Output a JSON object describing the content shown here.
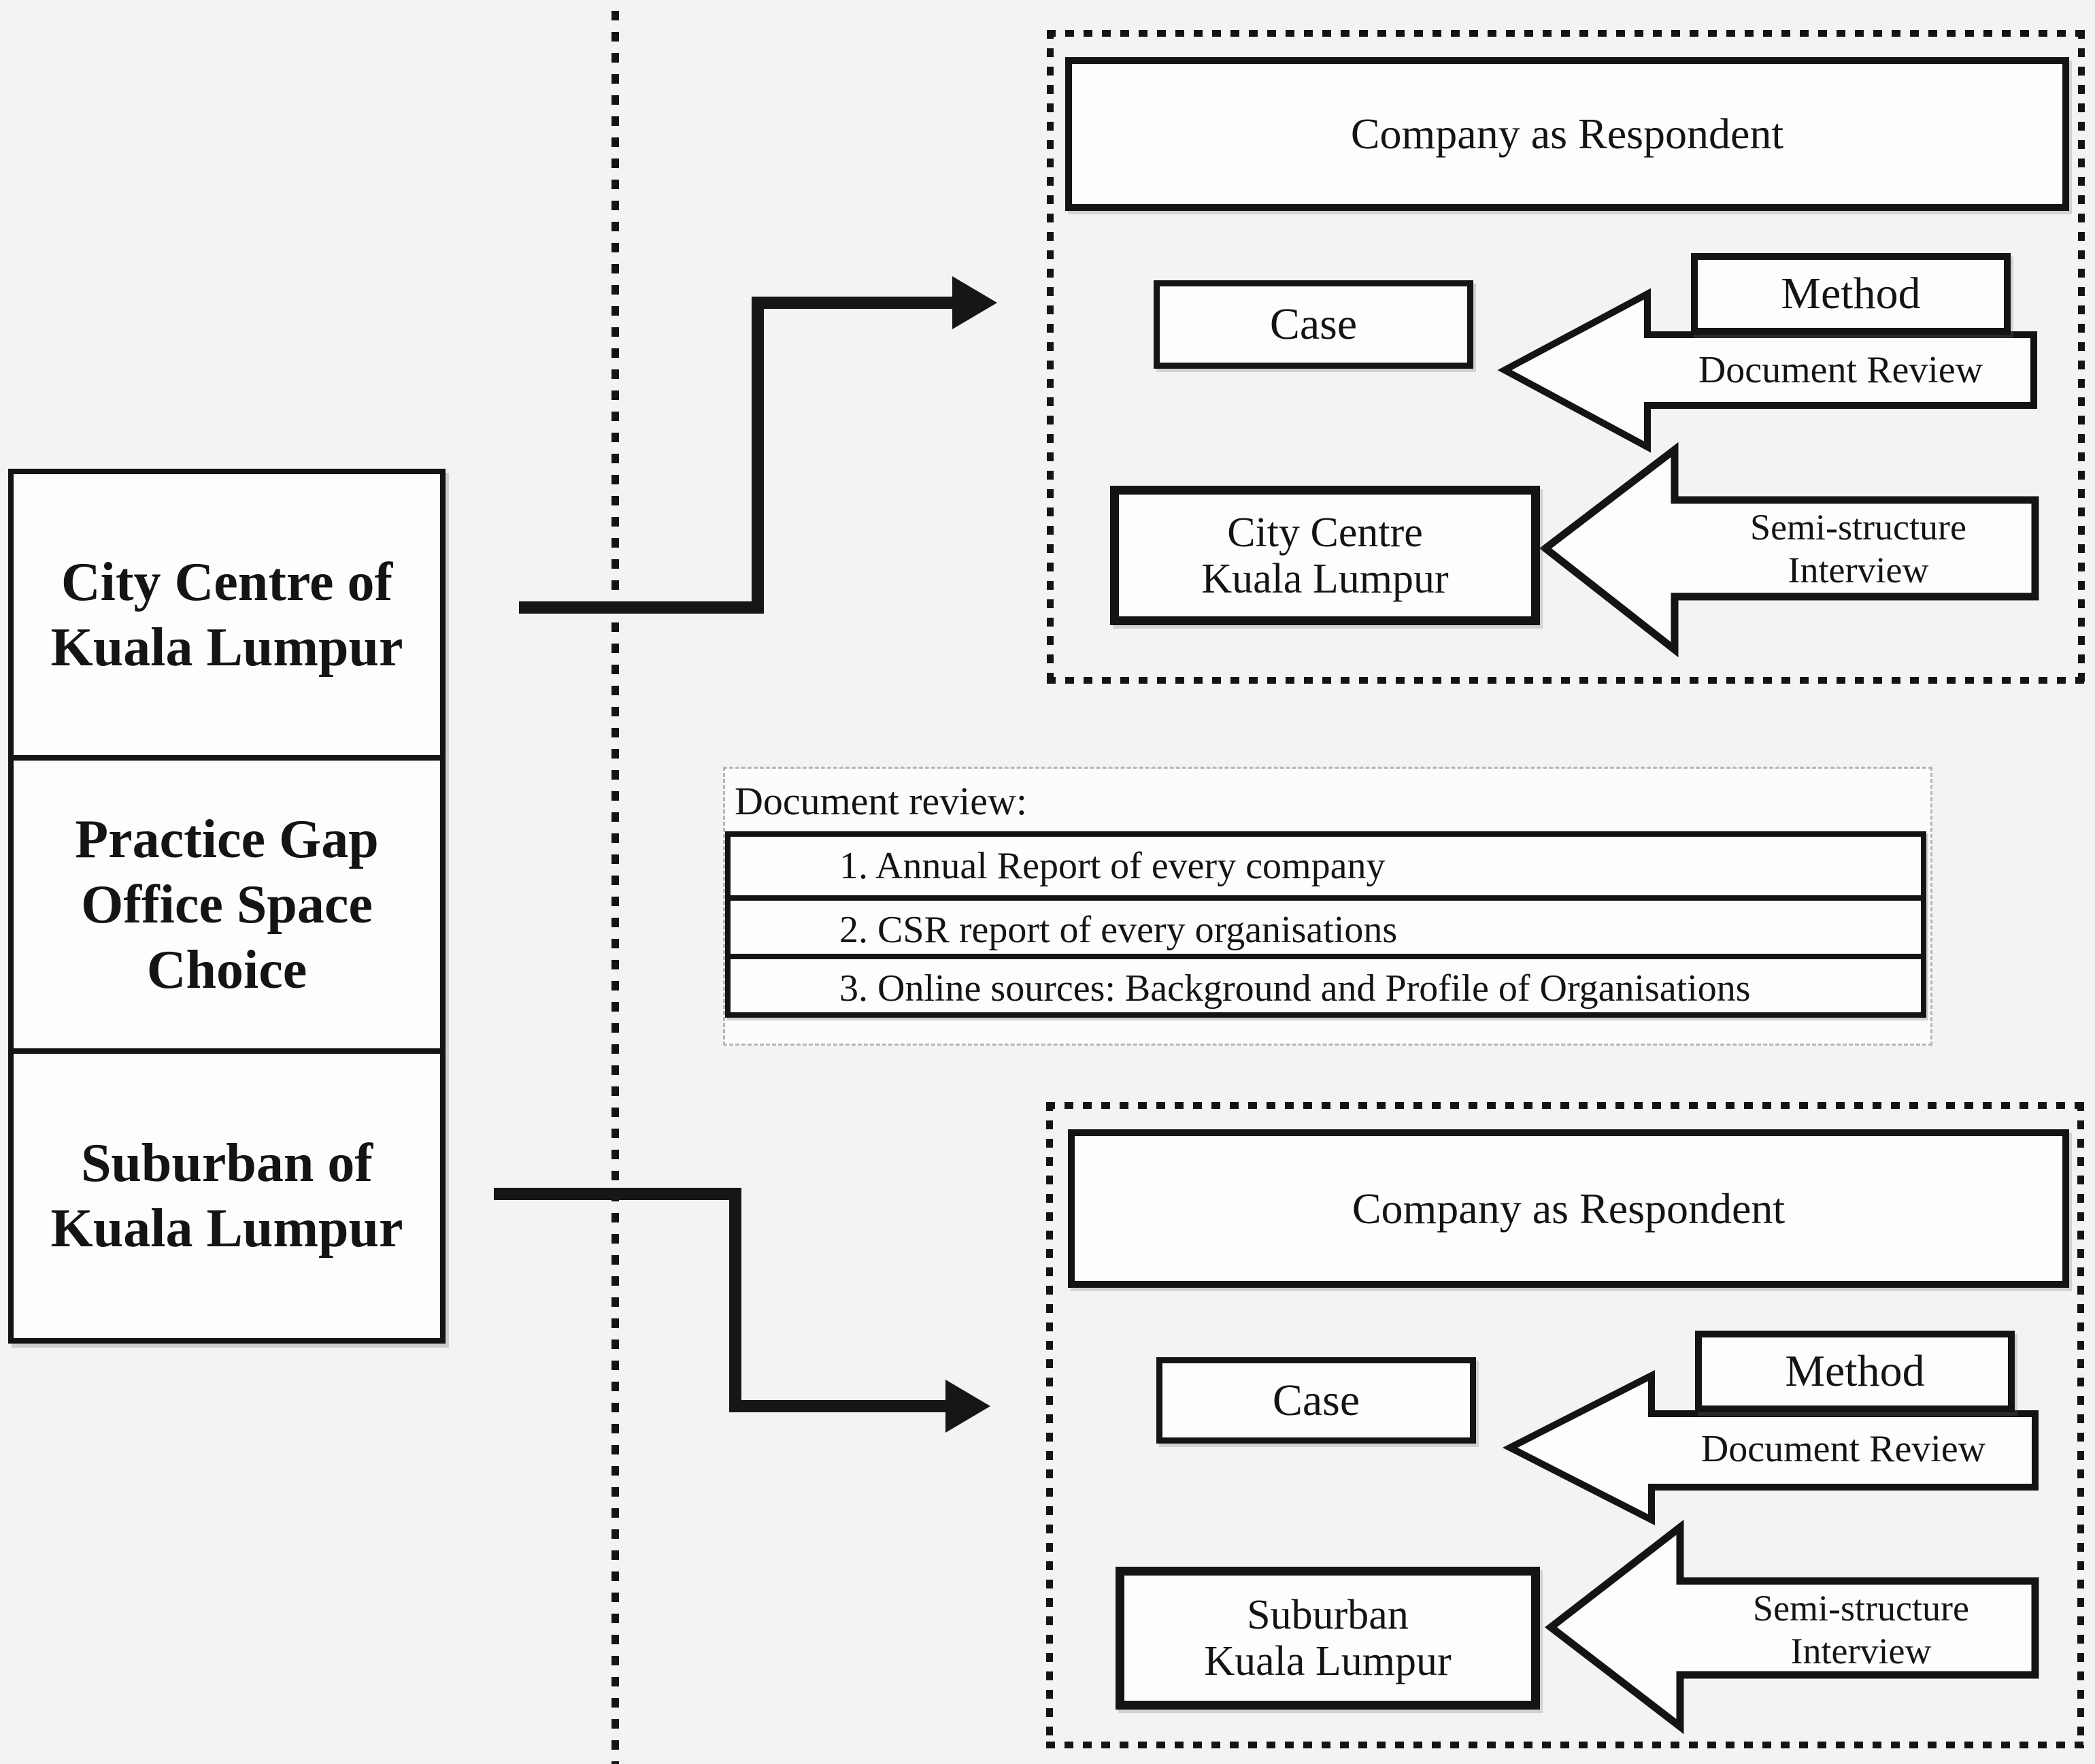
{
  "left_panel": {
    "sections": [
      {
        "label": "City Centre of\nKuala Lumpur"
      },
      {
        "label": "Practice Gap\nOffice Space\nChoice"
      },
      {
        "label": "Suburban of\nKuala Lumpur"
      }
    ]
  },
  "top_case_panel": {
    "respondent_label": "Company as Respondent",
    "case_label": "Case",
    "method_label": "Method",
    "document_review_label": "Document Review",
    "semi_structure_label": "Semi-structure\nInterview",
    "location_label": "City Centre\nKuala Lumpur"
  },
  "document_review_panel": {
    "title": "Document review:",
    "items": [
      {
        "text": "1. Annual Report of every company"
      },
      {
        "text": "2. CSR report of every organisations"
      },
      {
        "text": "3. Online sources: Background and Profile of Organisations"
      }
    ]
  },
  "bottom_case_panel": {
    "respondent_label": "Company as Respondent",
    "case_label": "Case",
    "method_label": "Method",
    "document_review_label": "Document Review",
    "semi_structure_label": "Semi-structure\nInterview",
    "location_label": "Suburban\nKuala Lumpur"
  },
  "colors": {
    "ink": "#141414",
    "paper": "#fdfdfc",
    "background": "#f3f3f1",
    "dashed_border": "#b5b5b3"
  }
}
